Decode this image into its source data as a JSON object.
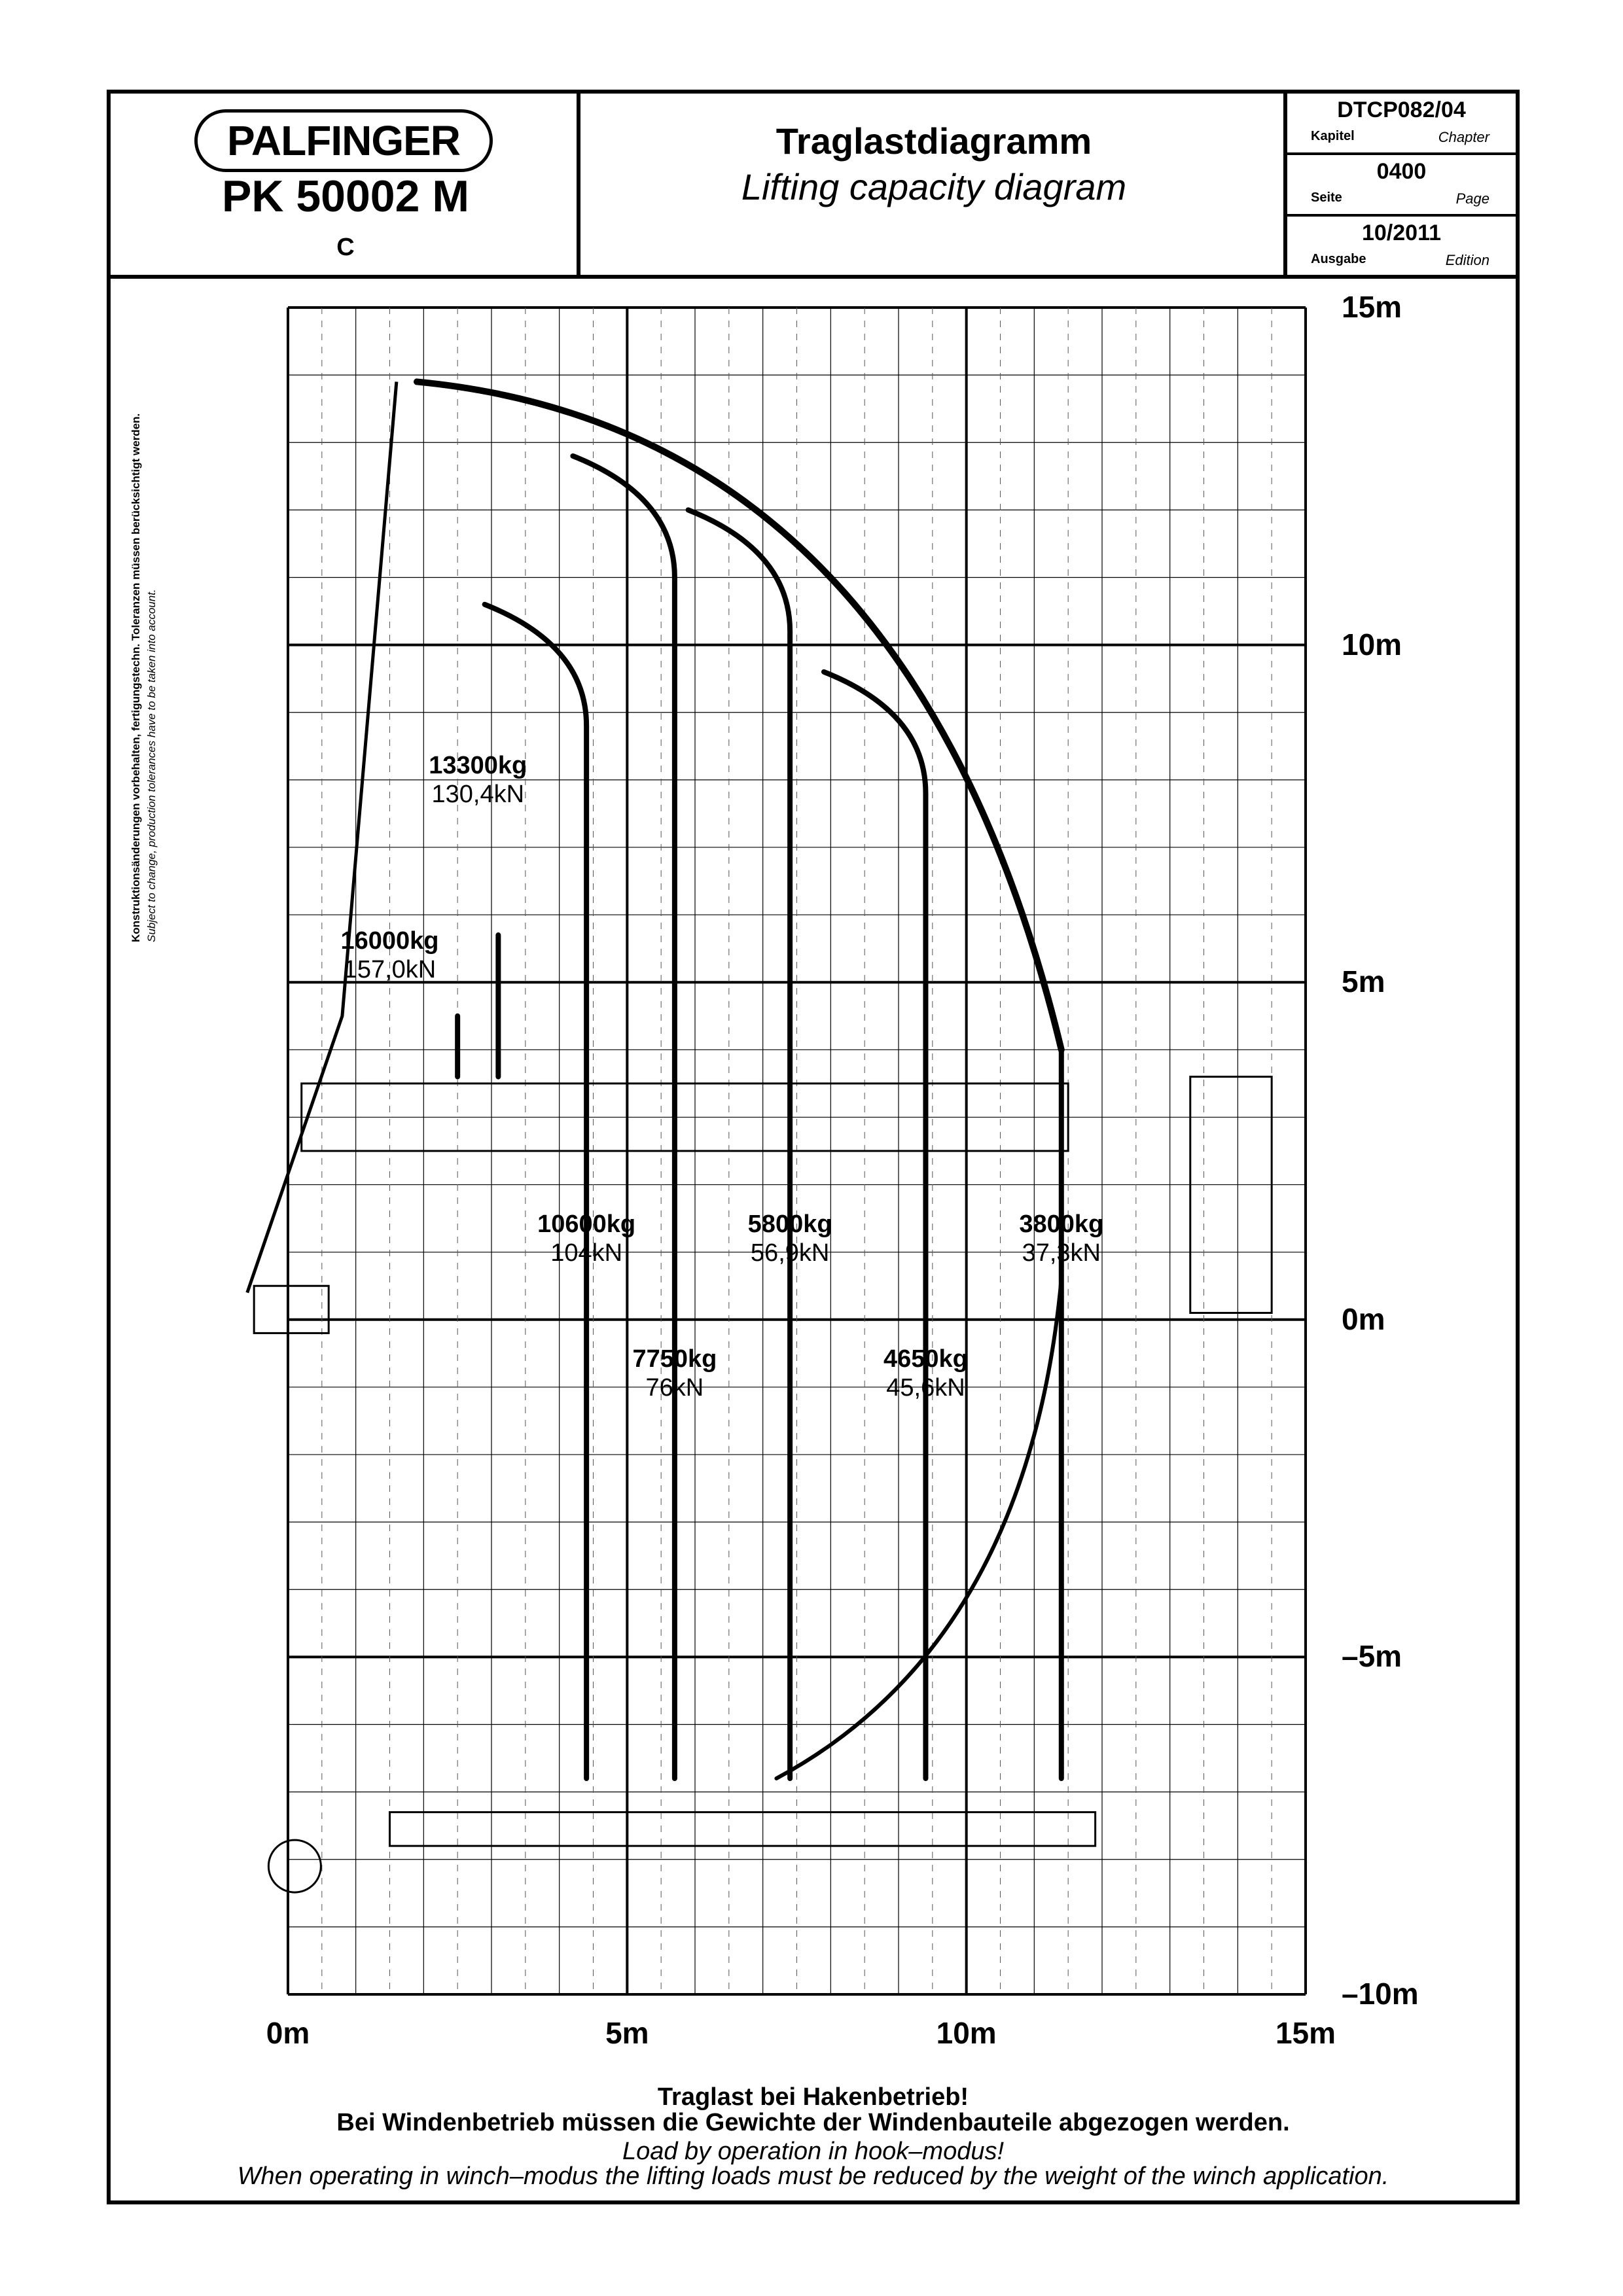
{
  "header": {
    "brand": "PALFINGER",
    "model": "PK 50002 M",
    "variant": "C",
    "title_de": "Traglastdiagramm",
    "title_en": "Lifting capacity diagram",
    "document_code": "DTCP082/04",
    "chapter_label_de": "Kapitel",
    "chapter_label_en": "Chapter",
    "page_number": "0400",
    "page_label_de": "Seite",
    "page_label_en": "Page",
    "edition_value": "10/2011",
    "edition_label_de": "Ausgabe",
    "edition_label_en": "Edition"
  },
  "side_note": {
    "de": "Konstruktionsänderungen vorbehalten, fertigungstechn. Toleranzen müssen berücksichtigt werden.",
    "en": "Subject to change, production tolerances have to be taken into account."
  },
  "axes": {
    "x_ticks": [
      "0m",
      "5m",
      "10m",
      "15m"
    ],
    "y_ticks": [
      "15m",
      "10m",
      "5m",
      "0m",
      "–5m",
      "–10m"
    ],
    "x_range": [
      0,
      15
    ],
    "y_range": [
      -10,
      15
    ],
    "grid_step_m": 1
  },
  "loads": [
    {
      "kg": "16000kg",
      "kn": "157,0kN",
      "reach_m": 2.5
    },
    {
      "kg": "13300kg",
      "kn": "130,4kN",
      "reach_m": 3.1
    },
    {
      "kg": "10600kg",
      "kn": "104kN",
      "reach_m": 4.4
    },
    {
      "kg": "7750kg",
      "kn": "76kN",
      "reach_m": 5.7
    },
    {
      "kg": "5800kg",
      "kn": "56,9kN",
      "reach_m": 7.4
    },
    {
      "kg": "4650kg",
      "kn": "45,6kN",
      "reach_m": 9.4
    },
    {
      "kg": "3800kg",
      "kn": "37,3kN",
      "reach_m": 11.4
    }
  ],
  "footer": {
    "de_line1": "Traglast bei Hakenbetrieb!",
    "de_line2": "Bei Windenbetrieb müssen die Gewichte der Windenbauteile abgezogen werden.",
    "en_line1": "Load by operation in hook–modus!",
    "en_line2": "When operating in winch–modus the lifting loads must be reduced by the weight of the winch application."
  }
}
